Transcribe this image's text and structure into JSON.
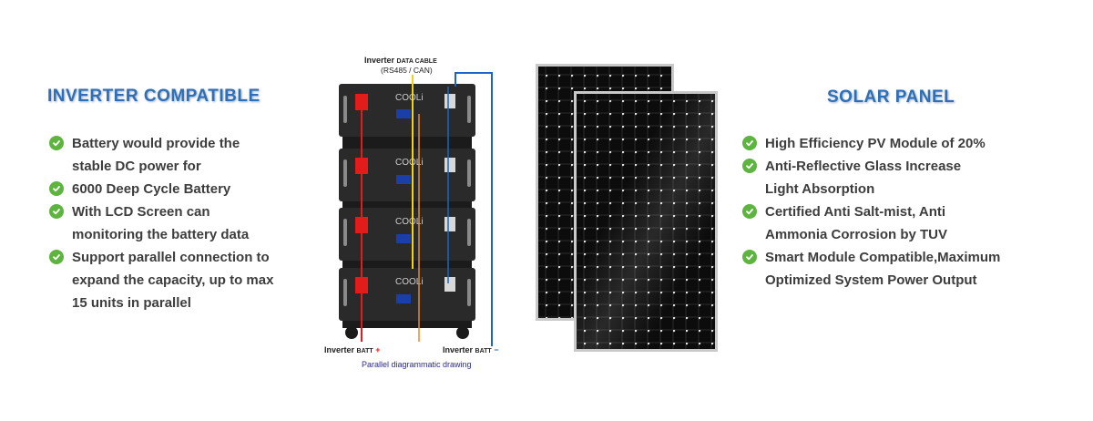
{
  "left": {
    "heading": "INVERTER COMPATIBLE",
    "features": [
      "Battery would provide the stable DC power for",
      "6000 Deep Cycle Battery",
      "With LCD Screen can monitoring the battery data",
      "Support parallel connection to expand the capacity, up to max 15 units in parallel"
    ]
  },
  "right": {
    "heading": "SOLAR PANEL",
    "features": [
      "High Efficiency PV Module of 20%",
      "Anti-Reflective Glass Increase Light Absorption",
      "Certified Anti Salt-mist, Anti Ammonia Corrosion by TUV",
      "Smart Module Compatible,Maximum Optimized System Power Output"
    ]
  },
  "diagram": {
    "data_cable_prefix": "Inverter",
    "data_cable_label": "DATA CABLE",
    "data_cable_sub": "(RS485 / CAN)",
    "batt_plus_prefix": "Inverter",
    "batt_plus_label": "BATT",
    "batt_plus_sign": "+",
    "batt_minus_prefix": "Inverter",
    "batt_minus_label": "BATT",
    "batt_minus_sign": "−",
    "caption": "Parallel diagrammatic drawing",
    "brand": "COOLi"
  },
  "colors": {
    "heading": "#2f6fb5",
    "check": "#5db43f",
    "positive_cable": "#e21b1b",
    "negative_cable": "#1c64c4",
    "data_cable": "#f2d21b",
    "link_cable": "#f08a24"
  },
  "icons": {
    "bullet": "check-circle-icon"
  }
}
